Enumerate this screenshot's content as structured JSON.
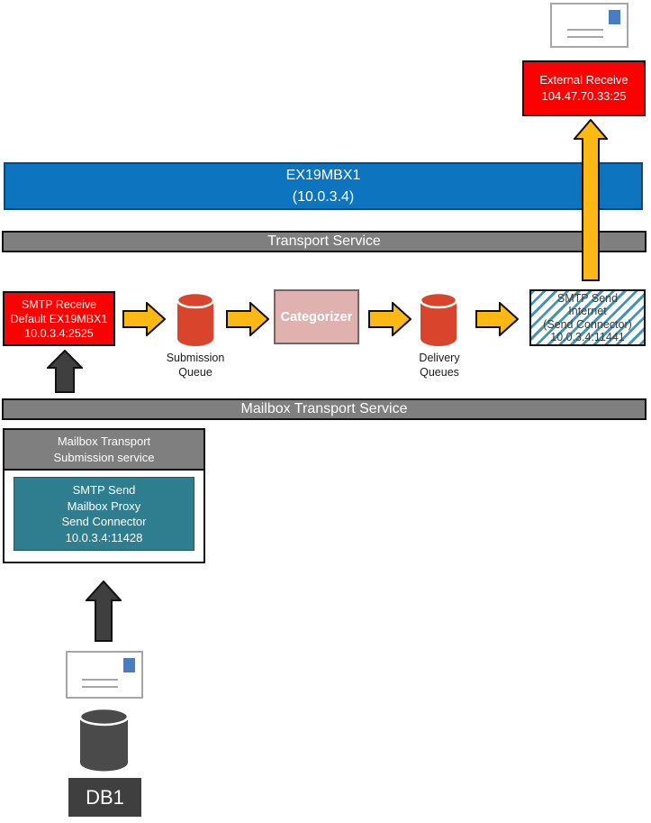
{
  "colors": {
    "red": "#fe0000",
    "yellow_arrow": "#fdb813",
    "server_blue": "#0d74c0",
    "banner_gray": "#7f7f7f",
    "categorizer_pink": "#dfb2b0",
    "hatch_teal": "#4596ae",
    "proxy_teal": "#2e7e8f",
    "dark_gray": "#3f3f3f",
    "queue_red": "#d9442c",
    "stamp_blue": "#4a7cc0"
  },
  "external_mail": {
    "receive": {
      "line1": "External Receive",
      "line2": "104.47.70.33:25"
    }
  },
  "server": {
    "name": "EX19MBX1",
    "ip": "(10.0.3.4)"
  },
  "transport_service": {
    "banner": "Transport Service",
    "smtp_receive": {
      "line1": "SMTP Receive",
      "line2": "Default EX19MBX1",
      "line3": "10.0.3.4:2525"
    },
    "submission_queue": {
      "line1": "Submission",
      "line2": "Queue"
    },
    "categorizer": {
      "label": "Categorizer"
    },
    "delivery_queues": {
      "line1": "Delivery",
      "line2": "Queues"
    },
    "smtp_send": {
      "line1": "SMTP Send",
      "line2": "Internet",
      "line3": "(Send Connector)",
      "line4": "10.0.3.4:11441"
    }
  },
  "mailbox_transport_service": {
    "banner": "Mailbox Transport Service",
    "submission_service": {
      "line1": "Mailbox Transport",
      "line2": "Submission service"
    },
    "smtp_send_proxy": {
      "line1": "SMTP Send",
      "line2": "Mailbox Proxy",
      "line3": "Send Connector",
      "line4": "10.0.3.4:11428"
    }
  },
  "database": {
    "label": "DB1"
  }
}
